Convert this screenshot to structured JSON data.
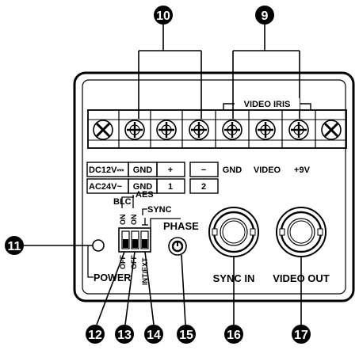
{
  "callouts": {
    "c9": "9",
    "c10": "10",
    "c11": "11",
    "c12": "12",
    "c13": "13",
    "c14": "14",
    "c15": "15",
    "c16": "16",
    "c17": "17"
  },
  "terminal_block": {
    "video_iris_label": "VIDEO IRIS",
    "bottom_labels": {
      "gnd": "GND",
      "video": "VIDEO",
      "plus9v": "+9V"
    },
    "power_table": {
      "row1": {
        "source": "DC12V⎓",
        "a": "GND",
        "b": "+",
        "c": "−"
      },
      "row2": {
        "source": "AC24V~",
        "a": "GND",
        "b": "1",
        "c": "2"
      }
    }
  },
  "switches": {
    "blc": "BLC",
    "aes": "AES",
    "sync": "SYNC",
    "on1": "ON",
    "on2": "ON",
    "off1": "OFF",
    "off2": "OFF",
    "int_ext": "INT/EXT"
  },
  "phase_label": "PHASE",
  "power_label": "POWER",
  "connectors": {
    "sync_in": "SYNC IN",
    "video_out": "VIDEO OUT"
  }
}
